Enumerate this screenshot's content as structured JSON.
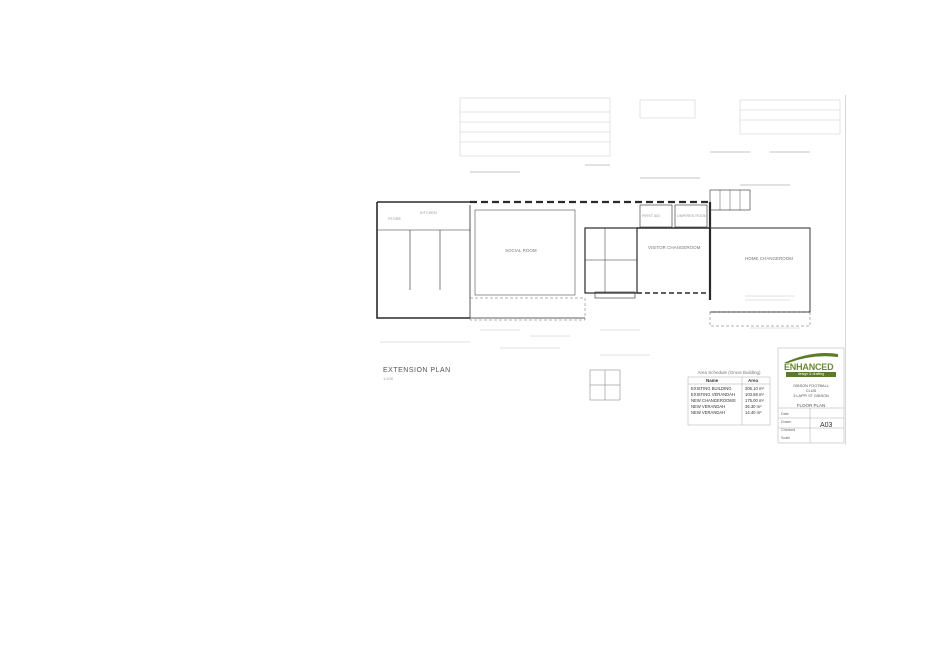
{
  "plan": {
    "title": "EXTENSION PLAN",
    "scale": "1:100"
  },
  "area_schedule": {
    "title": "Area Schedule (Gross Building)",
    "header_name": "Name",
    "header_area": "Area",
    "rows": [
      {
        "name": "EXISTING BUILDING",
        "area": "306.10 m²"
      },
      {
        "name": "EXISTING VERANDAH",
        "area": "103.58 m²"
      },
      {
        "name": "NEW CHANGEROOMS",
        "area": "175.00 m²"
      },
      {
        "name": "NEW VERANDAH",
        "area": "36.30 m²"
      },
      {
        "name": "NEW VERANDAH",
        "area": "14.40 m²"
      }
    ]
  },
  "rooms": {
    "social_room": "SOCIAL ROOM",
    "home_changeroom": "HOME CHANGEROOM",
    "visitor_changeroom": "VISITOR CHANGEROOM",
    "first_aid": "FIRST AID",
    "umpires_room": "UMPIRES ROOM",
    "store": "STORE",
    "kitchen": "KITCHEN"
  },
  "title_block": {
    "company": "ENHANCED",
    "company_sub": "design & drafting",
    "project_line1": "GIBSON FOOTBALL",
    "project_line2": "CLUB",
    "address": "3 LAPPI ST GIBSON",
    "drawing_title": "FLOOR PLAN",
    "drawing_number": "A03",
    "label_date": "Date",
    "label_drawn": "Drawn",
    "label_checked": "Checked",
    "label_scale": "Scale"
  },
  "colors": {
    "brand_green": "#6a8a33",
    "line": "#333333",
    "faint": "#9a9a9a"
  }
}
